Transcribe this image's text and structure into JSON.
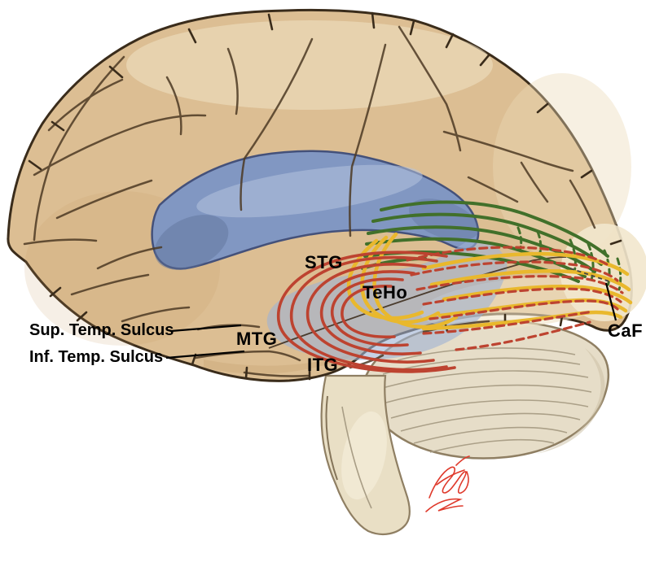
{
  "labels": {
    "sup_temp_sulcus": "Sup. Temp. Sulcus",
    "inf_temp_sulcus": "Inf. Temp. Sulcus",
    "stg": "STG",
    "teho": "TeHo",
    "mtg": "MTG",
    "itg": "ITG",
    "caf": "CaF"
  },
  "colors": {
    "background": "#ffffff",
    "cortex": "#dcbe93",
    "cortex_highlight": "#f2e5c9",
    "cortex_shadow": "#c49a63",
    "outline": "#3a2c1b",
    "sulcus": "#4d3a24",
    "ventricle_blue": "#8197c2",
    "ventricle_blue_light": "#b4c3de",
    "ventricle_shade": "#5d7099",
    "ventricle_outline": "#44517a",
    "horn_wash": "#9fb2d4",
    "bundle_green": "#41702a",
    "bundle_yellow": "#e9b82d",
    "bundle_red": "#bd4330",
    "cerebellum": "#e6ddc8",
    "cerebellum_line": "#a89d85",
    "cerebellum_outline": "#8f7f63",
    "brainstem": "#e9dfc5",
    "pole_patch": "#f2e7cd",
    "label_text": "#000000",
    "pointer_line": "#000000",
    "caf_dash": "#444444",
    "signature": "#df3a2c"
  }
}
